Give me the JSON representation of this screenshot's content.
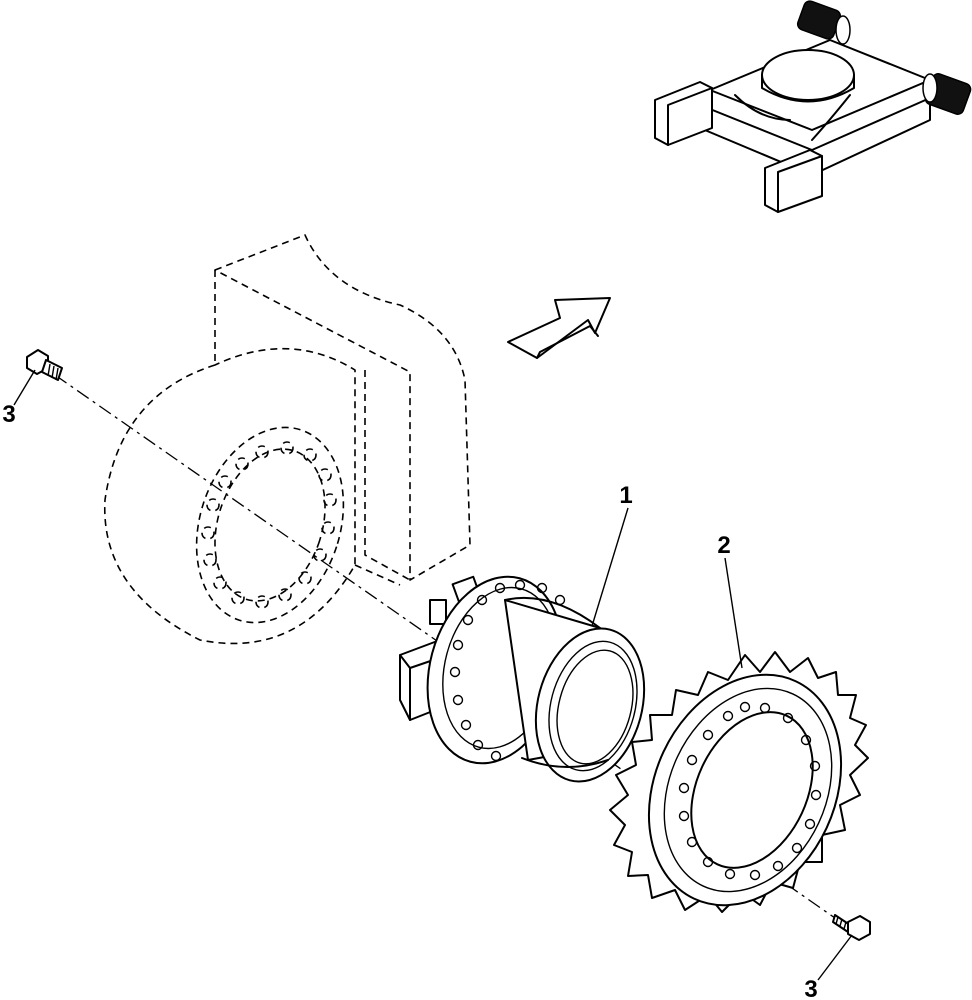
{
  "callouts": {
    "part1": "1",
    "part2": "2",
    "part3_left": "3",
    "part3_right": "3"
  }
}
